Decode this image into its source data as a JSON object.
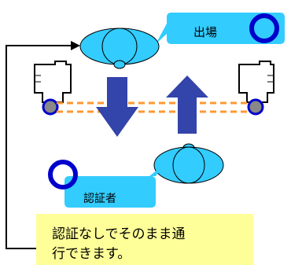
{
  "labels": {
    "exit": "出場",
    "authenticator": "認証者"
  },
  "note": {
    "line1": "認証なしでそのまま通",
    "line2": "行できます。"
  },
  "colors": {
    "callout_fill": "#33ccff",
    "head_fill": "#33ccff",
    "ring_stroke": "#0000cc",
    "arrow_fill": "#3344aa",
    "beam_orange": "#ff9933",
    "sensor_gray": "#888888",
    "note_fill": "#ffff99"
  }
}
